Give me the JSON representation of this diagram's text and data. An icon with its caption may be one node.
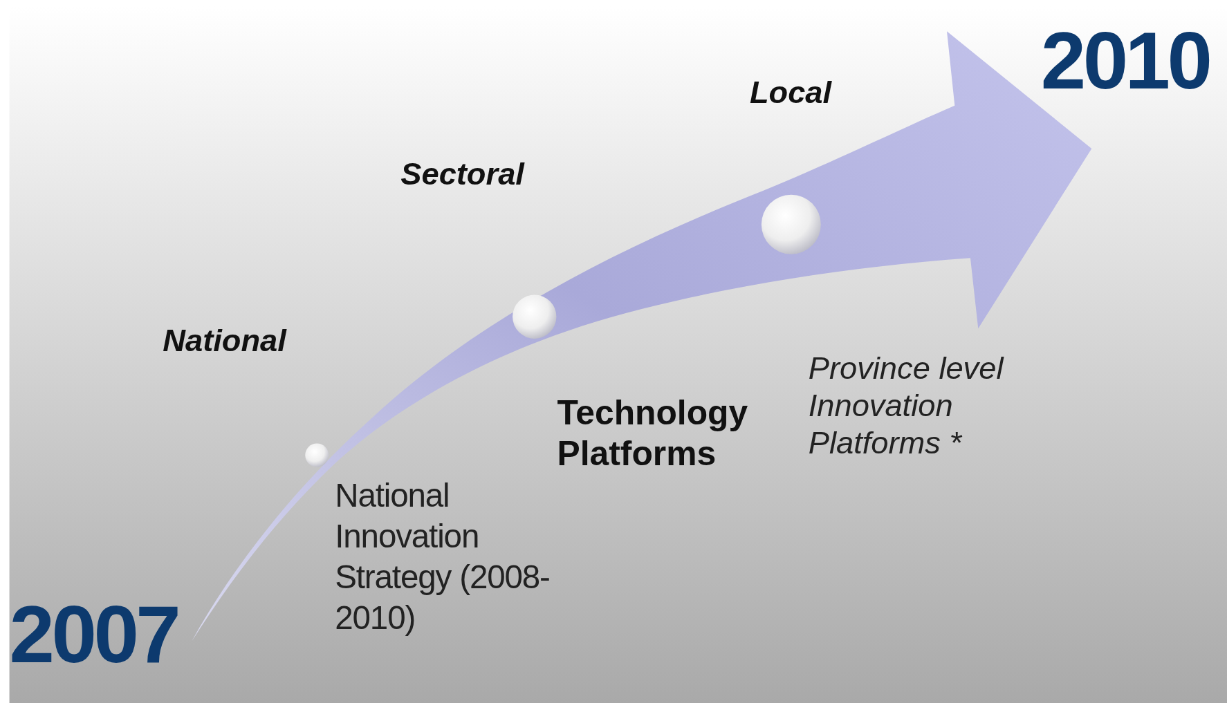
{
  "diagram": {
    "nodes": [
      {
        "text": [],
        "shape": "circle"
      },
      {
        "text": [],
        "shape": "circle"
      },
      {
        "text": [],
        "shape": "circle"
      }
    ],
    "labels": [
      "2010",
      "Local",
      "Sectoral",
      "National",
      "Province level Innovation Platforms *",
      "Technology Platforms",
      "National Innovation Strategy (2008-2010)",
      "2007"
    ]
  }
}
